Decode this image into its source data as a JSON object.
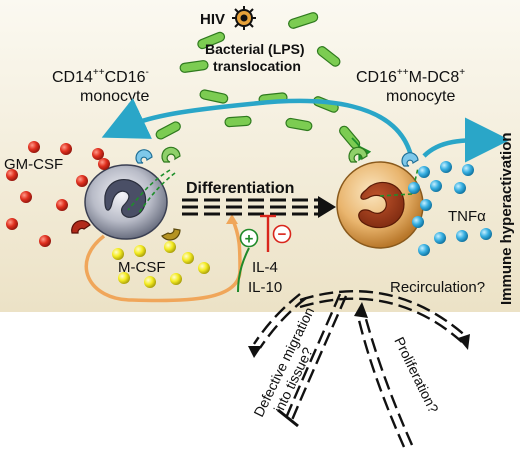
{
  "hiv": {
    "label": "HIV"
  },
  "bacteria": {
    "line1": "Bacterial (LPS)",
    "line2": "translocation"
  },
  "monocyte_left": {
    "line1_base": "CD14",
    "line1_sup1": "++",
    "line1_mid": "CD16",
    "line1_sup2": "-",
    "line2": "monocyte"
  },
  "monocyte_right": {
    "line1_base": "CD16",
    "line1_sup1": "++",
    "line1_mid": "M-DC8",
    "line1_sup2": "+",
    "line2": "monocyte"
  },
  "cytokines": {
    "gmcsf": "GM-CSF",
    "mcsf": "M-CSF",
    "tnf": "TNFα",
    "il4": "IL-4",
    "il10": "IL-10"
  },
  "process": {
    "differentiation": "Differentiation",
    "immune": "Immune hyperactivation",
    "plus": "+",
    "minus": "−"
  },
  "fates": {
    "recirculation": "Recirculation?",
    "migration_line1": "Defective migration",
    "migration_line2": "into tissue?",
    "proliferation": "Proliferation?"
  },
  "colors": {
    "background_top": "#f2ecd9",
    "arrow_blue": "#2aa6c8",
    "bacteria_green": "#6fbf4a",
    "cytokine_red": "#d9261c",
    "mcsf_yellow": "#f2ea1c",
    "tnf_blue": "#3bb0e0",
    "loop_orange": "#f0a65a"
  }
}
